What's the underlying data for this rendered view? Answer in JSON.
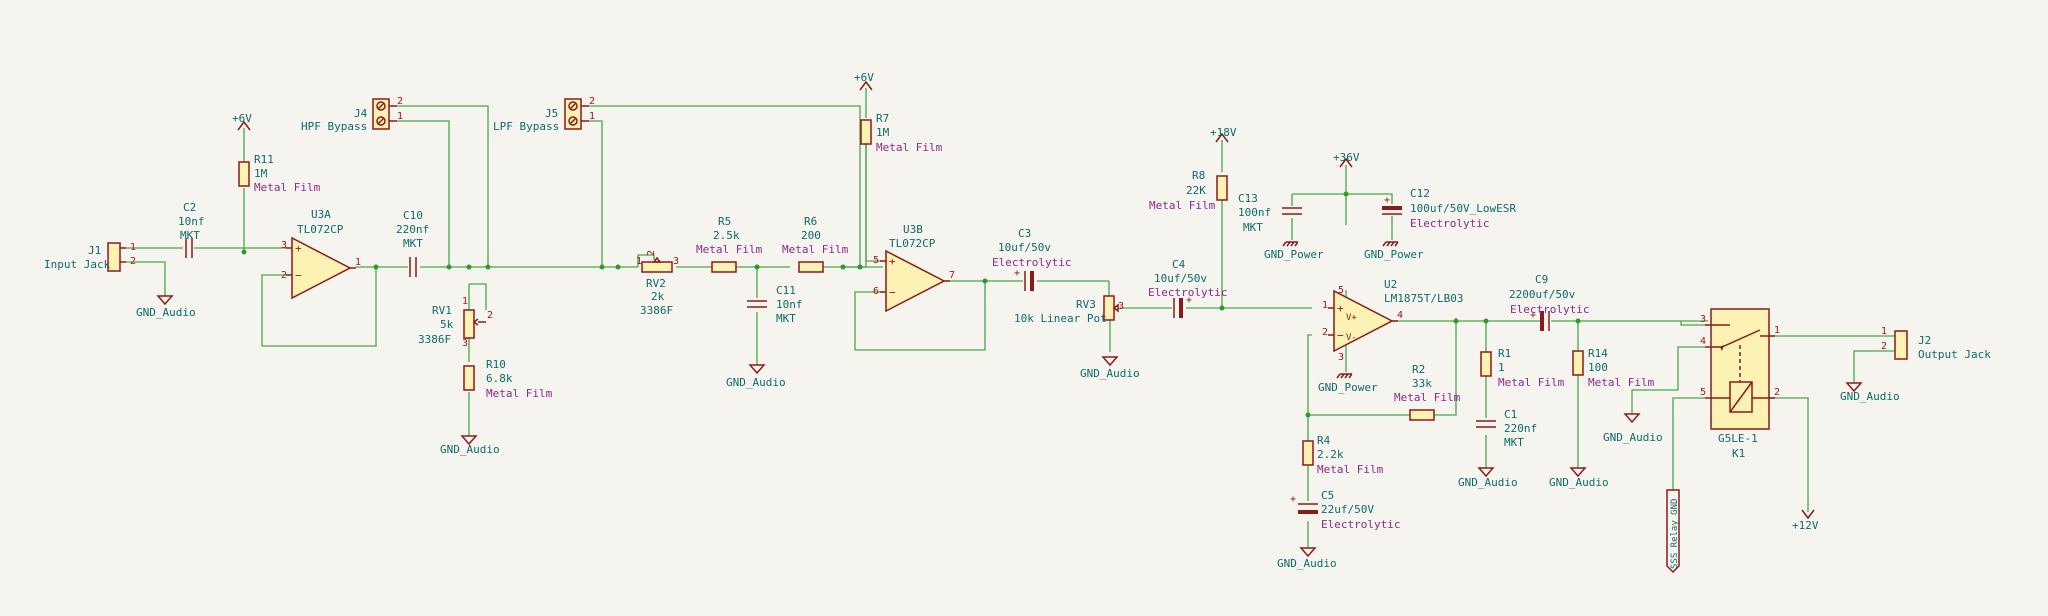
{
  "components": {
    "J1": {
      "ref": "J1",
      "value": "Input Jack",
      "p1": "1",
      "p2": "2"
    },
    "C2": {
      "ref": "C2",
      "value": "10nf",
      "fp": "MKT"
    },
    "R11": {
      "ref": "R11",
      "value": "1M",
      "fp": "Metal Film"
    },
    "U3A": {
      "ref": "U3A",
      "value": "TL072CP",
      "p3": "3",
      "p2": "2",
      "p1": "1"
    },
    "C10": {
      "ref": "C10",
      "value": "220nf",
      "fp": "MKT"
    },
    "J4": {
      "ref": "J4",
      "value": "HPF Bypass",
      "p2": "2",
      "p1": "1"
    },
    "RV1": {
      "ref": "RV1",
      "value": "5k",
      "fp": "3386F",
      "p1": "1",
      "p2": "2",
      "p3": "3"
    },
    "R10": {
      "ref": "R10",
      "value": "6.8k",
      "fp": "Metal Film"
    },
    "J5": {
      "ref": "J5",
      "value": "LPF Bypass",
      "p2": "2",
      "p1": "1"
    },
    "RV2": {
      "ref": "RV2",
      "value": "2k",
      "fp": "3386F",
      "p1": "1",
      "p2": "2",
      "p3": "3"
    },
    "R5": {
      "ref": "R5",
      "value": "2.5k",
      "fp": "Metal Film"
    },
    "R6": {
      "ref": "R6",
      "value": "200",
      "fp": "Metal Film"
    },
    "C11": {
      "ref": "C11",
      "value": "10nf",
      "fp": "MKT"
    },
    "R7": {
      "ref": "R7",
      "value": "1M",
      "fp": "Metal Film"
    },
    "U3B": {
      "ref": "U3B",
      "value": "TL072CP",
      "p5": "5",
      "p6": "6",
      "p7": "7"
    },
    "C3": {
      "ref": "C3",
      "value": "10uf/50v",
      "fp": "Electrolytic"
    },
    "RV3": {
      "ref": "RV3",
      "value": "10k Linear Pot",
      "p3": "3"
    },
    "C4": {
      "ref": "C4",
      "value": "10uf/50v",
      "fp": "Electrolytic"
    },
    "R8": {
      "ref": "R8",
      "value": "22K",
      "fp": "Metal Film"
    },
    "C13": {
      "ref": "C13",
      "value": "100nf",
      "fp": "MKT"
    },
    "C12": {
      "ref": "C12",
      "value": "100uf/50V_LowESR",
      "fp": "Electrolytic"
    },
    "U2": {
      "ref": "U2",
      "value": "LM1875T/LB03",
      "p1": "1",
      "p2": "2",
      "p3": "3",
      "p4": "4",
      "p5": "5"
    },
    "R2": {
      "ref": "R2",
      "value": "33k",
      "fp": "Metal Film"
    },
    "R4": {
      "ref": "R4",
      "value": "2.2k",
      "fp": "Metal Film"
    },
    "C5": {
      "ref": "C5",
      "value": "22uf/50V",
      "fp": "Electrolytic"
    },
    "R1": {
      "ref": "R1",
      "value": "1",
      "fp": "Metal Film"
    },
    "C1": {
      "ref": "C1",
      "value": "220nf",
      "fp": "MKT"
    },
    "C9": {
      "ref": "C9",
      "value": "2200uf/50v",
      "fp": "Electrolytic"
    },
    "R14": {
      "ref": "R14",
      "value": "100",
      "fp": "Metal Film"
    },
    "K1": {
      "ref": "K1",
      "value": "G5LE-1",
      "p1": "1",
      "p2": "2",
      "p3": "3",
      "p4": "4",
      "p5": "5"
    },
    "J2": {
      "ref": "J2",
      "value": "Output Jack",
      "p1": "1",
      "p2": "2"
    }
  },
  "power": {
    "v6a": "+6V",
    "v6b": "+6V",
    "v18": "+18V",
    "v36": "+36V",
    "v12": "+12V",
    "gnd_audio": "GND_Audio",
    "gnd_power": "GND_Power",
    "ssr_label": "SSS_Relay_GND"
  },
  "colors": {
    "wire": "#4aa64a",
    "component": "#8c1a1a",
    "fill": "#fbf2b4",
    "ref_text": "#0e6a6a",
    "footprint_text": "#8a2a8a",
    "background": "#f5f4ee"
  }
}
